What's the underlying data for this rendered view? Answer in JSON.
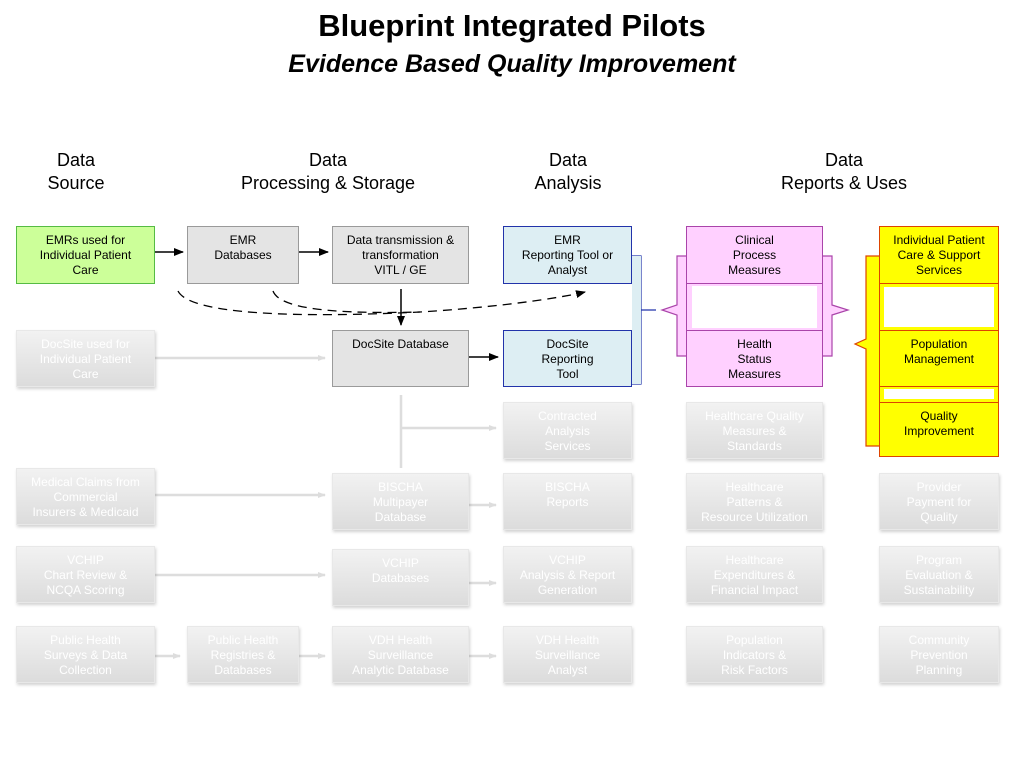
{
  "title": "Blueprint Integrated Pilots",
  "subtitle": "Evidence Based Quality Improvement",
  "columns": [
    {
      "line1": "Data",
      "line2": "Source"
    },
    {
      "line1": "Data",
      "line2": "Processing & Storage"
    },
    {
      "line1": "Data",
      "line2": "Analysis"
    },
    {
      "line1": "Data",
      "line2": "Reports & Uses"
    }
  ],
  "boxes": {
    "emrs": [
      "EMRs used for",
      "Individual Patient",
      "Care"
    ],
    "emr_db": [
      "EMR",
      "Databases"
    ],
    "transmission": [
      "Data transmission &",
      "transformation",
      "VITL / GE"
    ],
    "emr_tool": [
      "EMR",
      "Reporting Tool or",
      "Analyst"
    ],
    "clinical": [
      "Clinical",
      "Process",
      "Measures"
    ],
    "individual": [
      "Individual Patient",
      "Care & Support",
      "Services"
    ],
    "docsite_src": [
      "DocSite used for",
      "Individual Patient",
      "Care"
    ],
    "docsite_db": [
      "DocSite Database"
    ],
    "docsite_tool": [
      "DocSite",
      "Reporting",
      "Tool"
    ],
    "health_status": [
      "Health",
      "Status",
      "Measures"
    ],
    "population": [
      "Population",
      "Management"
    ],
    "contracted": [
      "Contracted",
      "Analysis",
      "Services"
    ],
    "hc_quality": [
      "Healthcare Quality",
      "Measures &",
      "Standards"
    ],
    "quality": [
      "Quality",
      "Improvement"
    ],
    "claims": [
      "Medical Claims from",
      "Commercial",
      "Insurers & Medicaid"
    ],
    "bischa_db": [
      "BISCHA",
      "Multipayer",
      "Database"
    ],
    "bischa_rep": [
      "BISCHA",
      "Reports"
    ],
    "hc_patterns": [
      "Healthcare",
      "Patterns &",
      "Resource Utilization"
    ],
    "provider": [
      "Provider",
      "Payment for",
      "Quality"
    ],
    "vchip_src": [
      "VCHIP",
      "Chart Review &",
      "NCQA Scoring"
    ],
    "vchip_db": [
      "VCHIP",
      "Databases"
    ],
    "vchip_an": [
      "VCHIP",
      "Analysis & Report",
      "Generation"
    ],
    "hc_expend": [
      "Healthcare",
      "Expenditures &",
      "Financial Impact"
    ],
    "program": [
      "Program",
      "Evaluation &",
      "Sustainability"
    ],
    "ph_surveys": [
      "Public Health",
      "Surveys & Data",
      "Collection"
    ],
    "ph_registries": [
      "Public Health",
      "Registries &",
      "Databases"
    ],
    "vdh_db": [
      "VDH Health",
      "Surveillance",
      "Analytic Database"
    ],
    "vdh_an": [
      "VDH Health",
      "Surveillance",
      "Analyst"
    ],
    "pop_ind": [
      "Population",
      "Indicators &",
      "Risk Factors"
    ],
    "community": [
      "Community",
      "Prevention",
      "Planning"
    ]
  }
}
